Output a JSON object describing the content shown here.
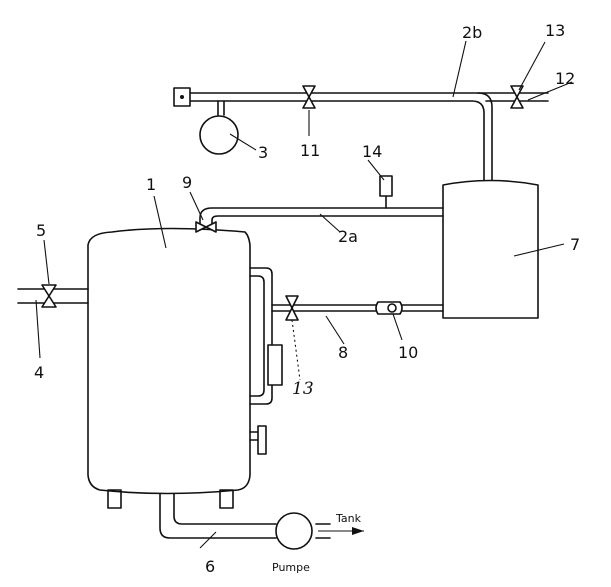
{
  "labels": {
    "n1": "1",
    "n2a": "2a",
    "n2b": "2b",
    "n3": "3",
    "n4": "4",
    "n5": "5",
    "n6": "6",
    "n7": "7",
    "n8": "8",
    "n9": "9",
    "n10": "10",
    "n11": "11",
    "n12": "12",
    "n13_top": "13",
    "n13_side": "13",
    "n14": "14",
    "tank": "Tank",
    "pumpe": "Pumpe"
  }
}
